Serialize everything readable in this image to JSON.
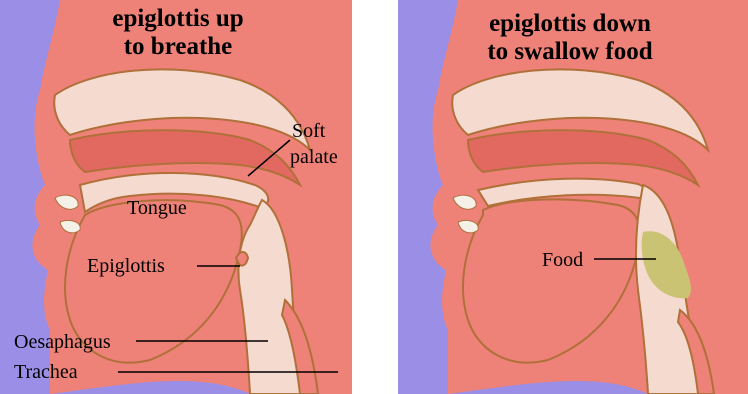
{
  "colors": {
    "background": "#9a8ee6",
    "tissue": "#ef8278",
    "tissue_dark": "#e2695f",
    "outline": "#b0703a",
    "airway": "#f5dad0",
    "food": "#c9c373",
    "leader_line": "#000000"
  },
  "panels": [
    {
      "title_line1": "epiglottis up",
      "title_line2": "to breathe",
      "labels": {
        "soft_palate_line1": "Soft",
        "soft_palate_line2": "palate",
        "tongue": "Tongue",
        "epiglottis": "Epiglottis",
        "oesaphagus": "Oesaphagus",
        "trachea": "Trachea"
      }
    },
    {
      "title_line1": "epiglottis down",
      "title_line2": "to swallow food",
      "labels": {
        "food": "Food"
      }
    }
  ]
}
